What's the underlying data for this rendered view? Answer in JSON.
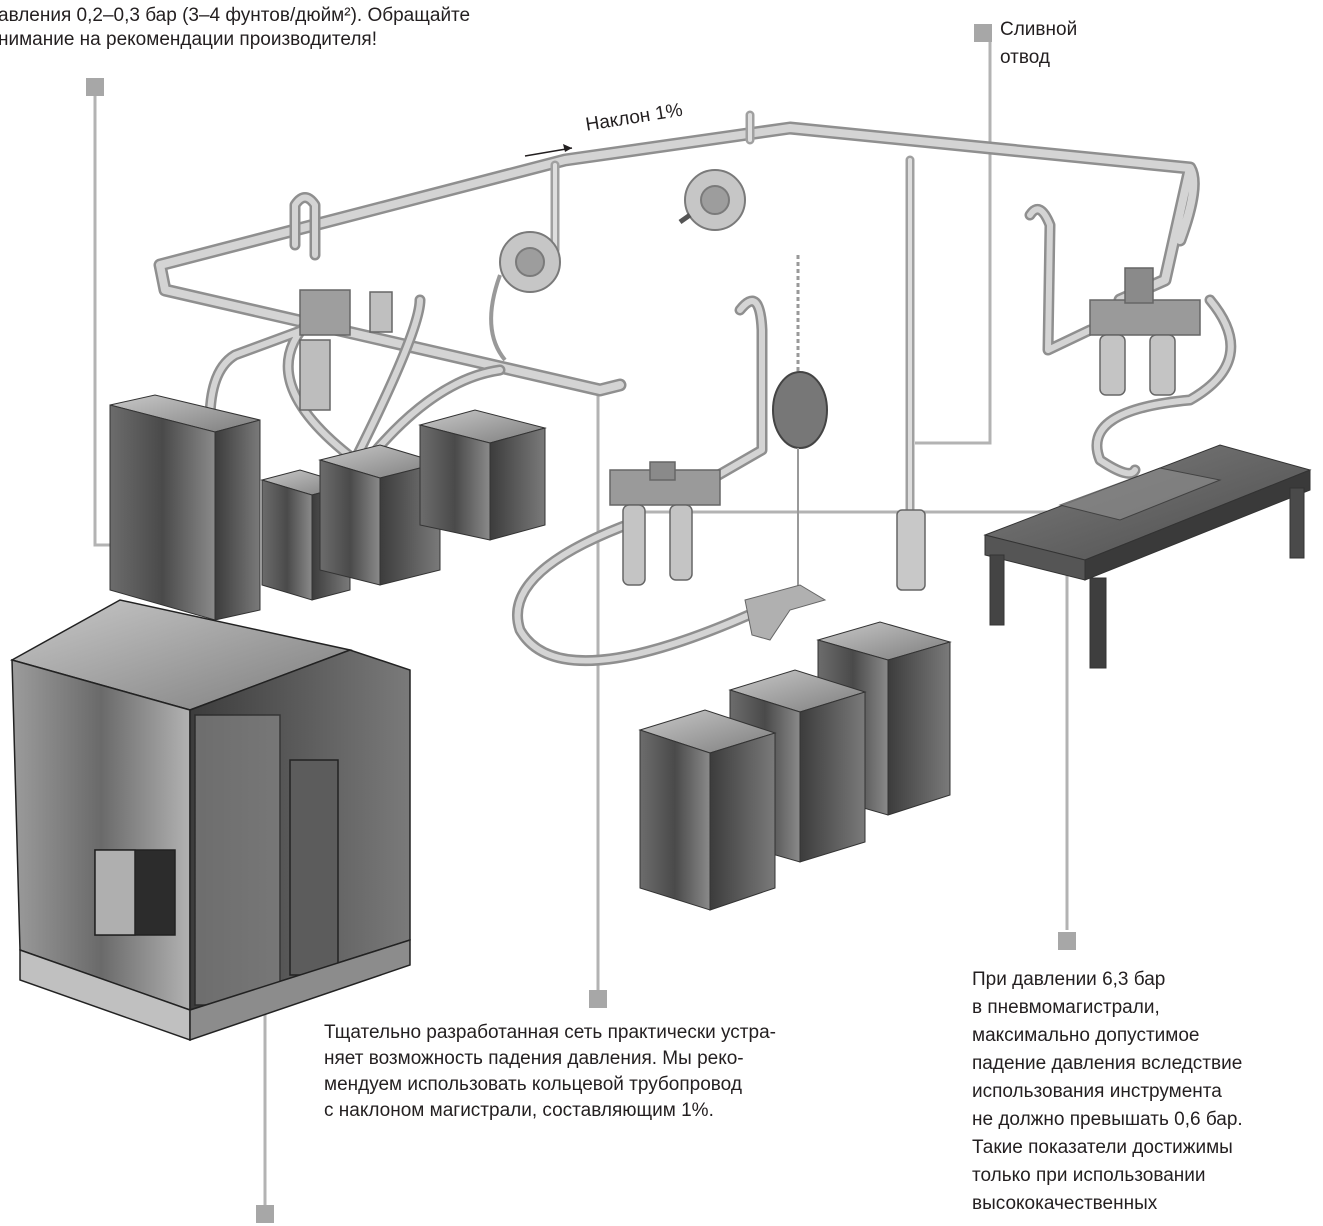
{
  "callouts": {
    "top_left": {
      "lines": [
        "авления 0,2–0,3 бар (3–4 фунтов/дюйм²). Обращайте",
        "нимание на рекомендации производителя!"
      ]
    },
    "drain": {
      "lines": [
        "Сливной",
        "отвод"
      ]
    },
    "slope": {
      "text": "Наклон 1%"
    },
    "center": {
      "lines": [
        "Тщательно разработанная сеть практически устра-",
        "няет возможность падения давления. Мы реко-",
        "мендуем использовать кольцевой трубопровод",
        "с наклоном магистрали, составляющим 1%."
      ]
    },
    "right": {
      "lines": [
        "При давлении 6,3 бар",
        "в пневмомагистрали,",
        "максимально допустимое",
        "падение давления вследствие",
        "использования инструмента",
        "не должно превышать 0,6 бар.",
        "Такие показатели достижимы",
        "только при использовании",
        "высококачественных"
      ]
    }
  },
  "colors": {
    "marker": "#a7a7a7",
    "pipe": "#bcbcbc",
    "cabinet_dark": "#5a5a5a",
    "cabinet_light": "#9a9a9a"
  }
}
